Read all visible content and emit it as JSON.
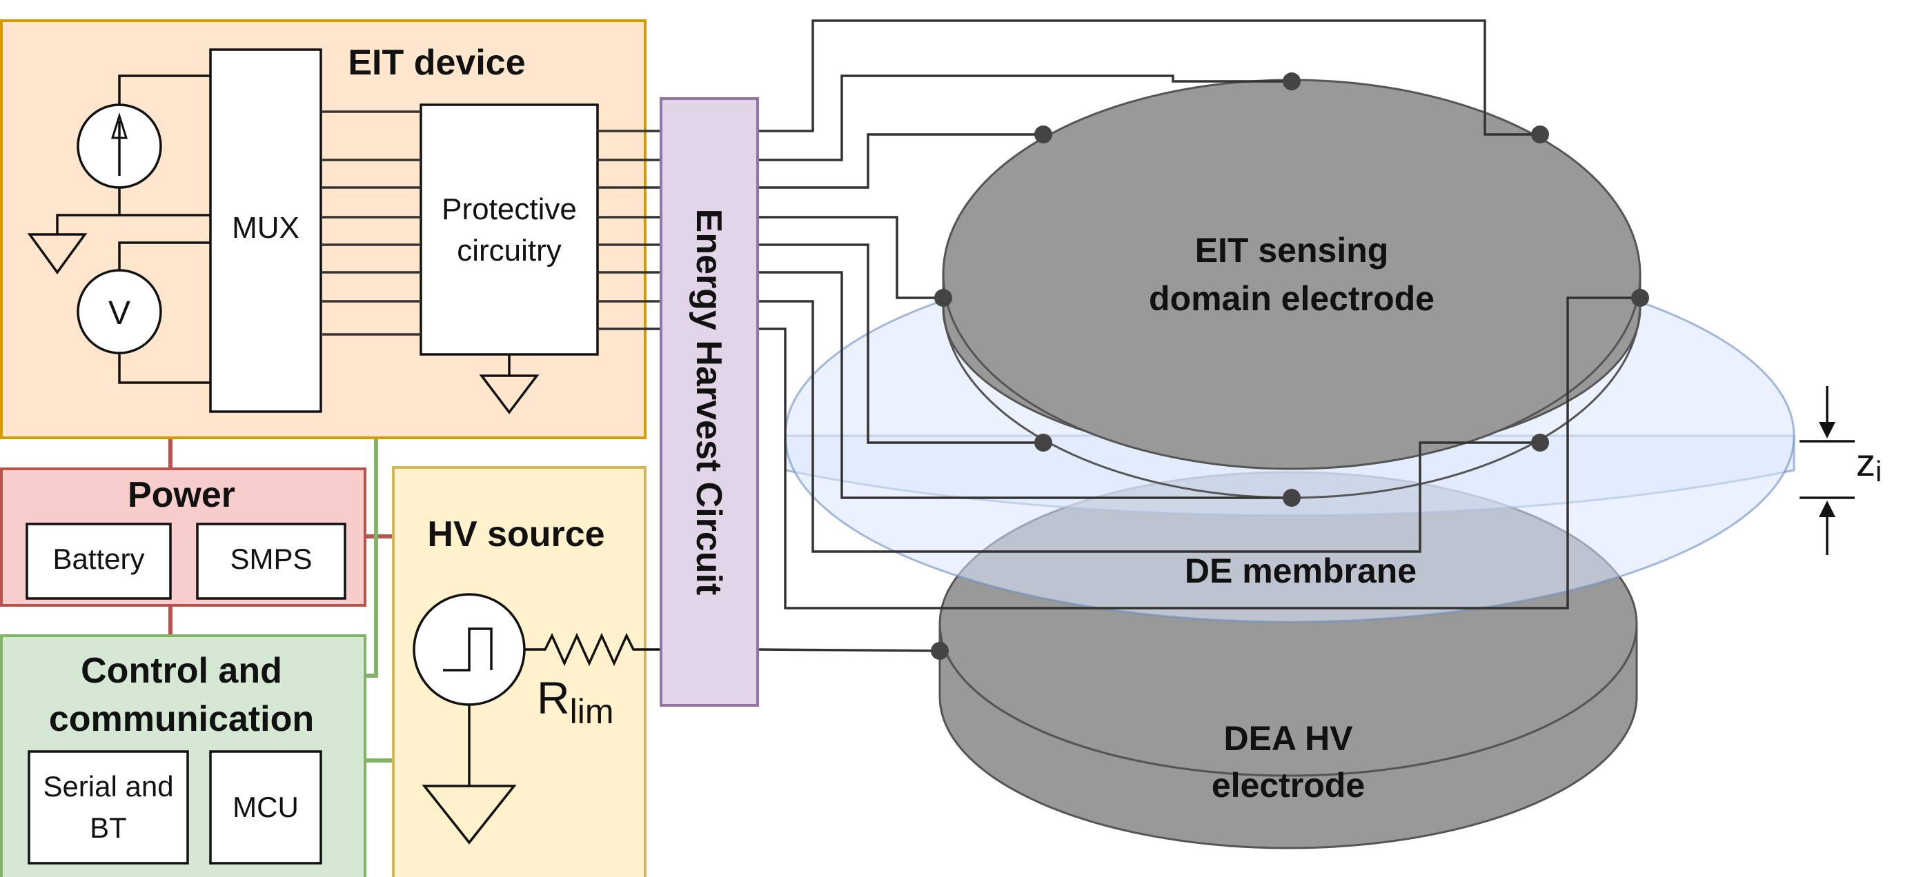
{
  "blocks": {
    "eit_device": "EIT device",
    "mux": "MUX",
    "protective_line1": "Protective",
    "protective_line2": "circuitry",
    "voltmeter": "V",
    "power": "Power",
    "battery": "Battery",
    "smps": "SMPS",
    "control_line1": "Control and",
    "control_line2": "communication",
    "serial_line1": "Serial and",
    "serial_line2": "BT",
    "mcu": "MCU",
    "hv_source": "HV source",
    "resistor_main": "R",
    "resistor_sub": "lim",
    "energy_harvest": "Energy Harvest Circuit"
  },
  "structure": {
    "eit_electrode_line1": "EIT sensing",
    "eit_electrode_line2": "domain electrode",
    "membrane": "DE membrane",
    "dea_electrode_line1": "DEA HV",
    "dea_electrode_line2": "electrode",
    "thickness_main": "z",
    "thickness_sub": "i"
  },
  "colors": {
    "eit_fill": "#ffe6cc",
    "eit_stroke": "#d79b00",
    "power_fill": "#f8cecc",
    "power_stroke": "#b85450",
    "control_fill": "#d5e8d4",
    "control_stroke": "#82b366",
    "hv_fill": "#fff2cc",
    "hv_stroke": "#d6b656",
    "harvest_fill": "#e1d5e7",
    "harvest_stroke": "#9673a6",
    "electrode_fill": "#999999",
    "membrane_fill": "#dae8fc",
    "membrane_stroke": "#6c8ebf"
  }
}
